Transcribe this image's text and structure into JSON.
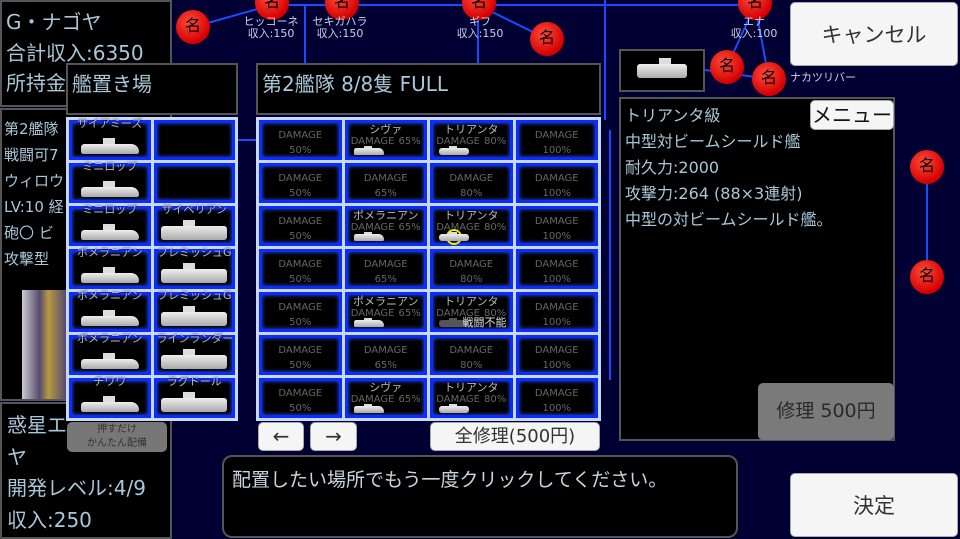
{
  "map": {
    "node_glyph": "名",
    "nodes": [
      {
        "name": "ヒッコーネ",
        "income": "収入:150"
      },
      {
        "name": "セキガハラ",
        "income": "収入:150"
      },
      {
        "name": "ギフ",
        "income": "収入:150"
      },
      {
        "name": "エナ",
        "income": "収入:100"
      },
      {
        "name": "ナカツリバー",
        "income": ""
      }
    ]
  },
  "lord": {
    "name": "G・ナゴヤ",
    "total_income": "合計収入:6350",
    "money": "所持金"
  },
  "fleet_info": {
    "lines": [
      "第2艦隊",
      "戦闘可7",
      "ウィロウ",
      "LV:10 経",
      "砲〇 ビ",
      " 攻撃型"
    ]
  },
  "planet": {
    "name": "惑星エ",
    "name2": "ヤ",
    "dev_level": "開発レベル:4/9",
    "income": "収入:250"
  },
  "dock": {
    "title": "艦置き場",
    "ships": [
      [
        "サイアミーズ",
        ""
      ],
      [
        "ミニロップ",
        ""
      ],
      [
        "ミニロップ",
        "サイベリアン"
      ],
      [
        "ポメラニアン",
        "フレミッシュG"
      ],
      [
        "ポメラニアン",
        "フレミッシュG"
      ],
      [
        "ポメラニアン",
        "ラインランダー"
      ],
      [
        "チワワ",
        "ラグドール"
      ]
    ],
    "auto_button": [
      "押すだけ",
      "かんたん配備"
    ]
  },
  "fleet": {
    "title": "第2艦隊 8/8隻 FULL",
    "damage_label": "DAMAGE",
    "column_damage": [
      "50%",
      "65%",
      "80%",
      "100%"
    ],
    "ships": [
      [
        "",
        "シヴァ",
        "トリアンタ",
        ""
      ],
      [
        "",
        "",
        "",
        ""
      ],
      [
        "",
        "ポメラニアン",
        "トリアンタ",
        ""
      ],
      [
        "",
        "",
        "",
        ""
      ],
      [
        "",
        "ポメラニアン",
        "トリアンタ",
        ""
      ],
      [
        "",
        "",
        "",
        ""
      ],
      [
        "",
        "シヴァ",
        "トリアンタ",
        ""
      ]
    ],
    "disabled_label": "戦闘不能",
    "prev": "←",
    "next": "→",
    "repair_all": "全修理(500円)"
  },
  "detail": {
    "lines": [
      "トリアンタ級",
      "中型対ビームシールド艦",
      "耐久力:2000",
      "攻撃力:264 (88×3連射)",
      "中型の対ビームシールド艦。"
    ],
    "menu": "メニュー",
    "repair": "修理 500円"
  },
  "message": "配置したい場所でもう一度クリックしてください。",
  "buttons": {
    "cancel": "キャンセル",
    "ok": "決定"
  }
}
